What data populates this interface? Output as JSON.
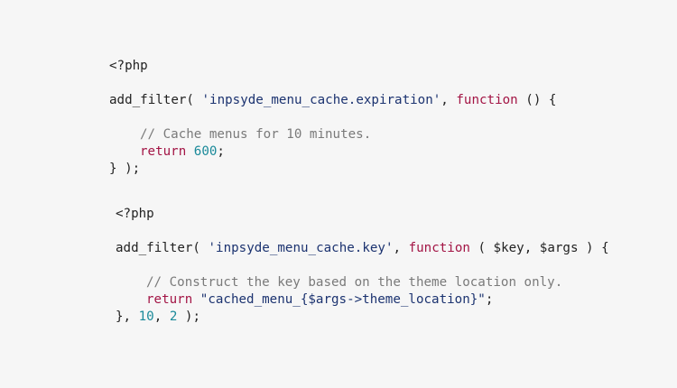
{
  "colors": {
    "background": "#f6f6f6",
    "text": "#222222",
    "keyword": "#a31545",
    "string": "#1c3370",
    "number": "#1b8a9a",
    "comment": "#7a7a7a"
  },
  "snippet1": {
    "open_tag": "<?php",
    "call": "add_filter( ",
    "hook": "'inpsyde_menu_cache.expiration'",
    "sep": ", ",
    "func_kw": "function",
    "params": " () {",
    "comment": "// Cache menus for 10 minutes.",
    "return_kw": "return",
    "return_value": "600",
    "return_end": ";",
    "close": "} );"
  },
  "snippet2": {
    "open_tag": "<?php",
    "call": "add_filter( ",
    "hook": "'inpsyde_menu_cache.key'",
    "sep": ", ",
    "func_kw": "function",
    "params": " ( $key, $args ) {",
    "comment": "// Construct the key based on the theme location only.",
    "return_kw": "return",
    "return_value": "\"cached_menu_{$args->theme_location}\"",
    "return_end": ";",
    "close_start": "}, ",
    "priority": "10",
    "args_sep": ", ",
    "accepted_args": "2",
    "close_end": " );"
  }
}
